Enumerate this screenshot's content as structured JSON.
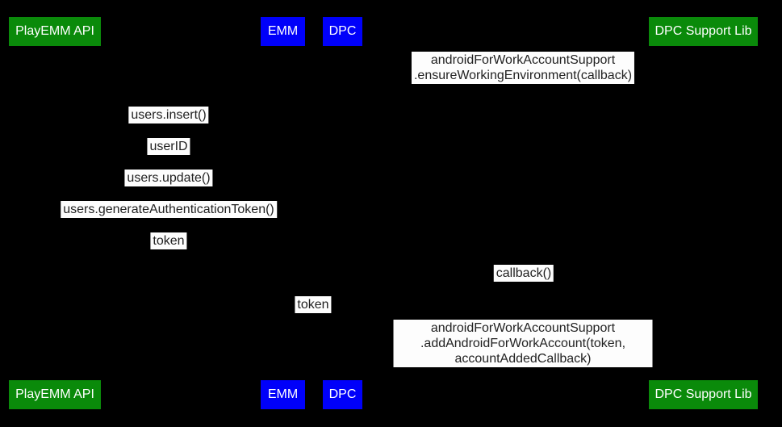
{
  "diagram": {
    "type": "sequence-diagram",
    "colors": {
      "background": "#000000",
      "actor-green": "#0a8a0a",
      "actor-blue": "#0000fa",
      "actor-text": "#ffffff",
      "label-bg": "#fdfdfd",
      "label-text": "#222222"
    },
    "participants": [
      {
        "label": "PlayEMM API",
        "color_role": "green"
      },
      {
        "label": "EMM",
        "color_role": "blue"
      },
      {
        "label": "DPC",
        "color_role": "blue"
      },
      {
        "label": "DPC Support Lib",
        "color_role": "green"
      }
    ],
    "messages": [
      {
        "text": "androidForWorkAccountSupport\n.ensureWorkingEnvironment(callback)",
        "between": [
          "DPC",
          "DPC Support Lib"
        ]
      },
      {
        "text": "users.insert()",
        "between": [
          "PlayEMM API",
          "EMM"
        ]
      },
      {
        "text": "userID",
        "between": [
          "PlayEMM API",
          "EMM"
        ]
      },
      {
        "text": "users.update()",
        "between": [
          "PlayEMM API",
          "EMM"
        ]
      },
      {
        "text": "users.generateAuthenticationToken()",
        "between": [
          "PlayEMM API",
          "EMM"
        ]
      },
      {
        "text": "token",
        "between": [
          "PlayEMM API",
          "EMM"
        ]
      },
      {
        "text": "callback()",
        "between": [
          "DPC",
          "DPC Support Lib"
        ]
      },
      {
        "text": "token",
        "between": [
          "EMM",
          "DPC"
        ]
      },
      {
        "text": "androidForWorkAccountSupport\n.addAndroidForWorkAccount(token, accountAddedCallback)",
        "between": [
          "DPC",
          "DPC Support Lib"
        ]
      }
    ]
  }
}
